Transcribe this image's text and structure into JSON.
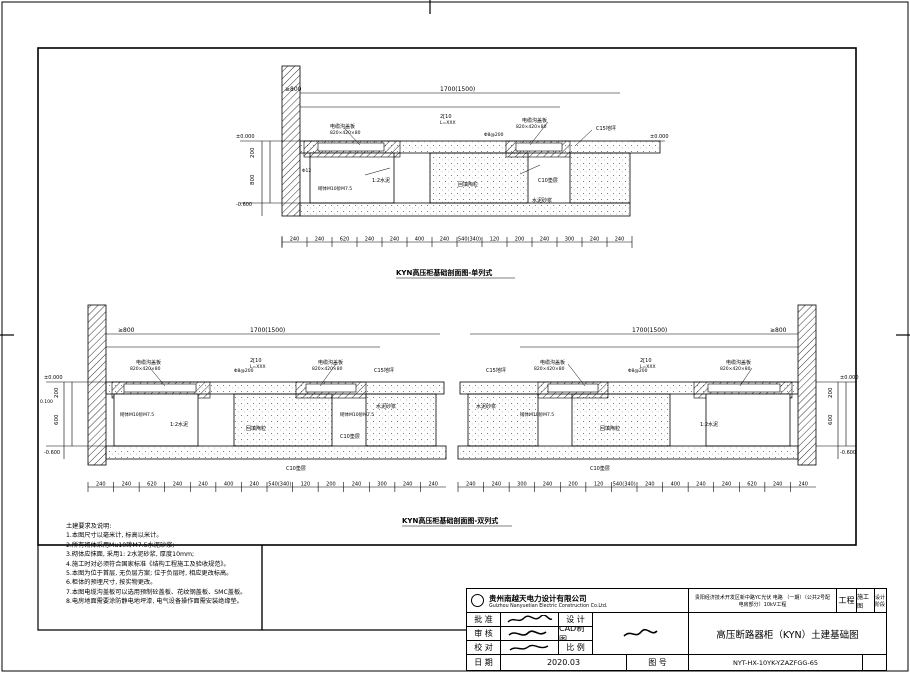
{
  "title_single": "KYN高压柜基础剖面图-单列式",
  "title_double": "KYN高压柜基础剖面图-双列式",
  "dims": {
    "span": "1700(1500)",
    "ge800": "≥800",
    "h200": "200",
    "h800": "800",
    "h600": "600",
    "bottom_single": [
      "240",
      "240",
      "620",
      "240",
      "240",
      "400",
      "240",
      "540(340)",
      "120",
      "200",
      "240",
      "300",
      "240",
      "240"
    ],
    "bottom_double_left": [
      "240",
      "240",
      "620",
      "240",
      "240",
      "400",
      "240",
      "540(340)",
      "120",
      "200",
      "240",
      "300",
      "240",
      "240"
    ],
    "bottom_double_right": [
      "240",
      "240",
      "300",
      "240",
      "200",
      "120",
      "540(340)",
      "240",
      "400",
      "240",
      "240",
      "620",
      "240",
      "240"
    ]
  },
  "labels": {
    "cable_trench_cover": "电缆沟盖板",
    "cover_spec": "820×420×80",
    "channel": "2[10",
    "channel_len": "L=XXX",
    "rebar": "Φ8@200",
    "c15_floor": "C15地坪",
    "c10_cushion": "C10垫层",
    "cement_mortar": "水泥砂浆",
    "mortar_ratio": "1:2水泥",
    "backfill": "回填陶粒",
    "brick": "砌体M10砂M7.5",
    "rebar12": "Φ12",
    "level0": "±0.000",
    "level_neg": "-0.600",
    "c15_label": "C15",
    "level_100": "0.100"
  },
  "notes": [
    "土建要求及说明:",
    "1.本图尺寸以毫米计, 标高以米计。",
    "2.所有砌体采用Mu10砖M7.5水泥砂浆;",
    "3.砌体应抹面, 采用1: 2水泥砂浆, 厚度10mm;",
    "4.施工时对必须符合国家标准《结构工程施工及验收规范》。",
    "5.本图为位于首层, 无负层方案; 位于负层时, 相应更改标高。",
    "6.柜体的预埋尺寸, 按实物更改。",
    "7.本图电缆沟盖板可以选用预制砼盖板、花纹钢盖板、SMC盖板。",
    "8.电房地面需要涂防静电地坪漆, 电气设备操作面需安装绝缘垫。"
  ],
  "title_block": {
    "company_cn": "贵州南越天电力设计有限公司",
    "company_en": "Guizhou Nanyuetian Electric Construction Co.Ltd.",
    "approve": "批  准",
    "review": "审  核",
    "check": "校  对",
    "date_label": "日  期",
    "design": "设  计",
    "cad": "CAD制图",
    "scale": "比  例",
    "fig_no": "图  号",
    "date": "2020.03",
    "project": "贵阳经济技术开发区新中路YC光伏 电路 （一期）（公共2号配电房部分）10kV工程",
    "project_short": "工程",
    "stage": "施工图",
    "stage2": "设计阶段",
    "drawing_title": "高压断路器柜（KYN）土建基础图",
    "drawing_no": "NYT-HX-10YK-YZAZFGG-65"
  }
}
